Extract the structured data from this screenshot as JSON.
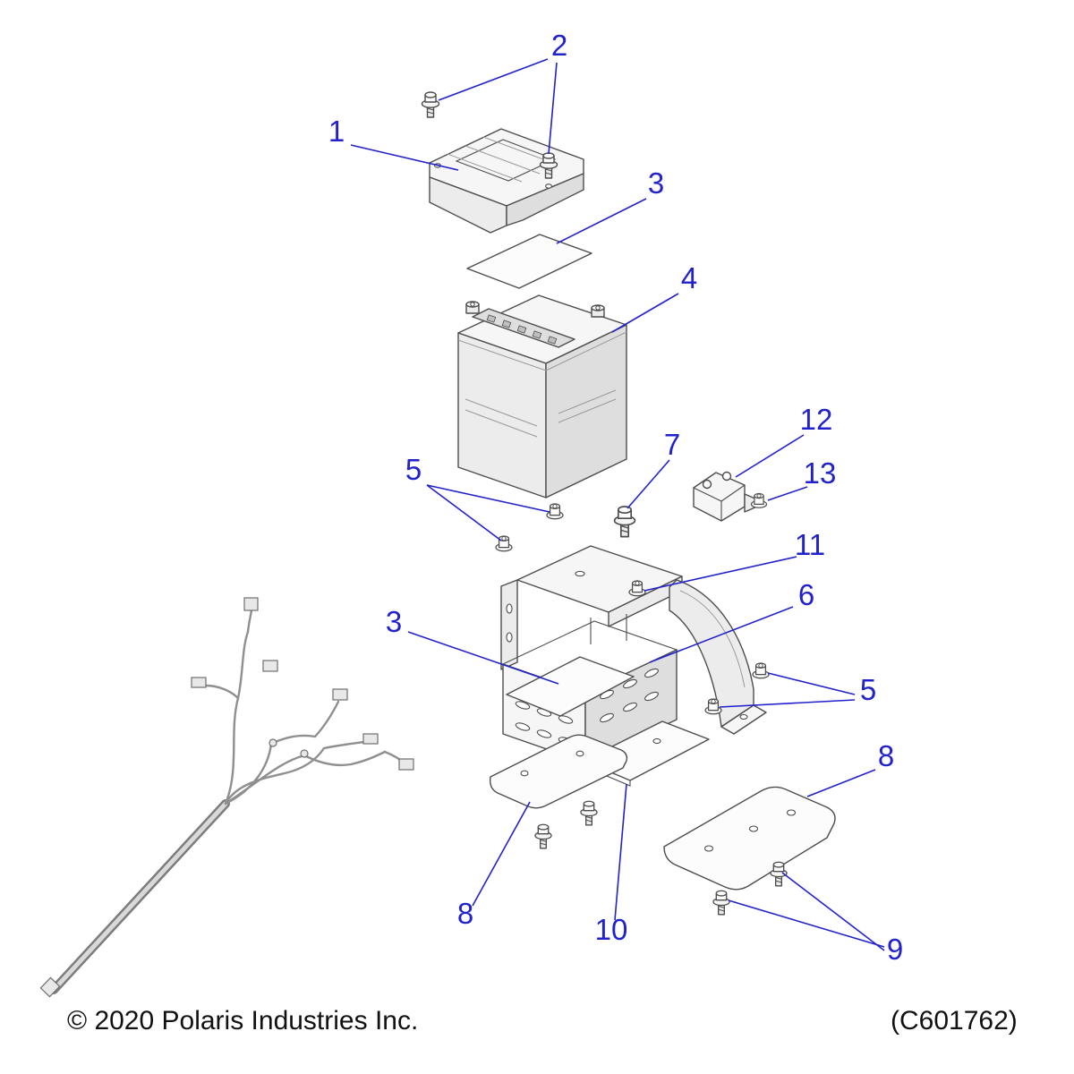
{
  "diagram": {
    "copyright": "© 2020 Polaris Industries Inc.",
    "code": "(C601762)",
    "callouts": [
      {
        "label": "1"
      },
      {
        "label": "2"
      },
      {
        "label": "3"
      },
      {
        "label": "4"
      },
      {
        "label": "5"
      },
      {
        "label": "3"
      },
      {
        "label": "6"
      },
      {
        "label": "7"
      },
      {
        "label": "5"
      },
      {
        "label": "8"
      },
      {
        "label": "8"
      },
      {
        "label": "9"
      },
      {
        "label": "10"
      },
      {
        "label": "11"
      },
      {
        "label": "12"
      },
      {
        "label": "13"
      }
    ]
  },
  "colors": {
    "callout_blue": "#2222cc",
    "part_line": "#4d4d4d",
    "background": "#ffffff"
  }
}
